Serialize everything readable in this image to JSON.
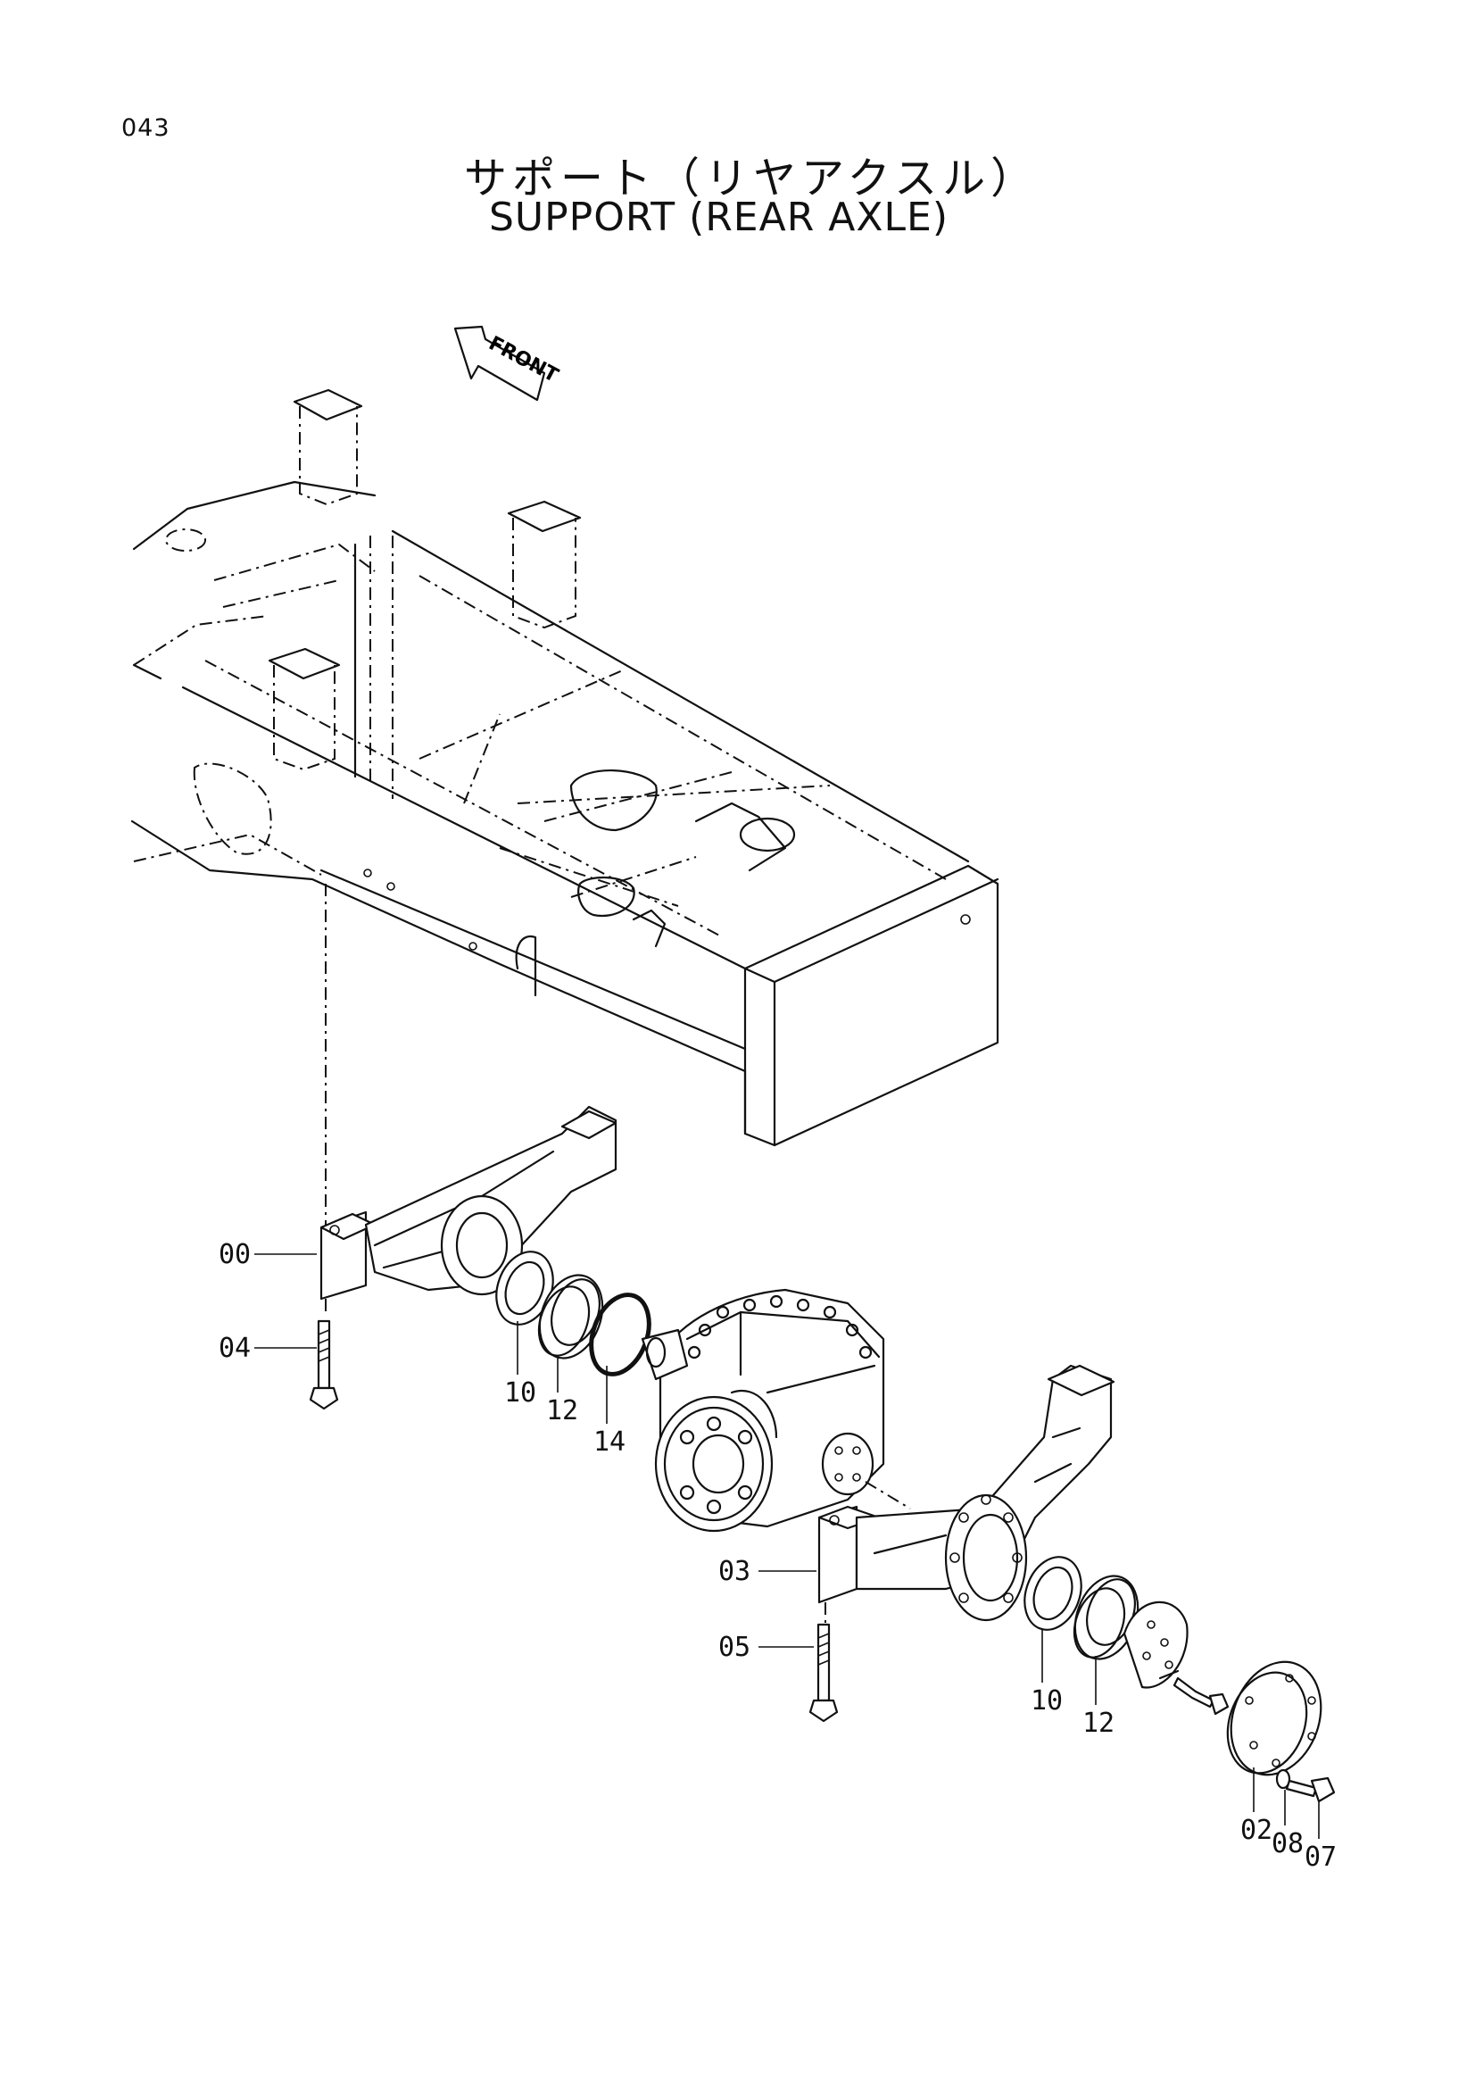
{
  "page_number": "043",
  "title_jp": "サポート（リヤアクスル）",
  "title_en": "SUPPORT (REAR AXLE)",
  "front_marker": "FRONT",
  "part_callouts": {
    "c00": "00",
    "c04": "04",
    "c10a": "10",
    "c12a": "12",
    "c14": "14",
    "c03": "03",
    "c05": "05",
    "c10b": "10",
    "c12b": "12",
    "c02": "02",
    "c08": "08",
    "c07": "07"
  }
}
